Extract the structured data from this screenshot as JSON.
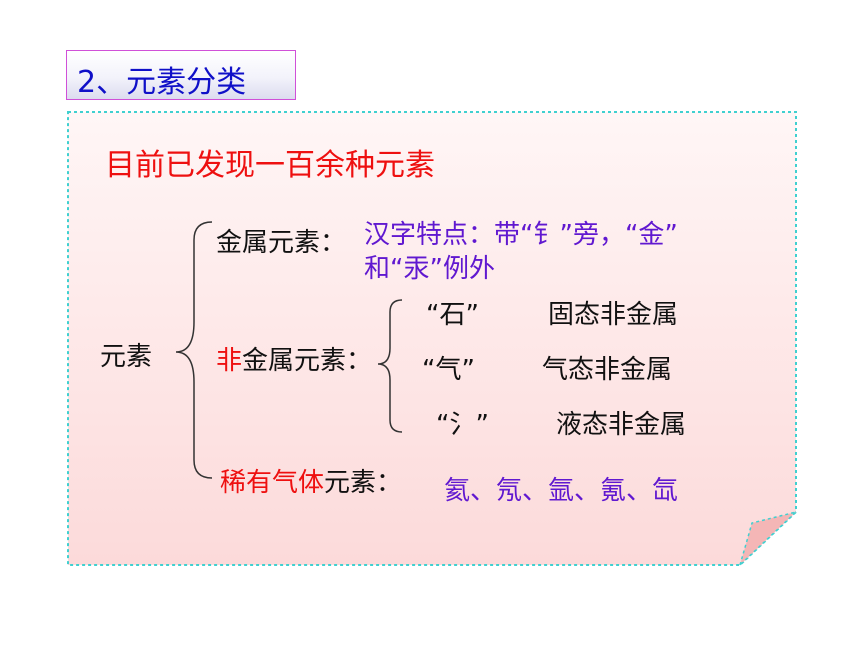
{
  "section_title": "2、元素分类",
  "headline": "目前已发现一百余种元素",
  "root": "元素",
  "metal": {
    "label": "金属元素：",
    "note_line1": "汉字特点：带“钅”旁，“金”",
    "note_line2": "和“汞”例外"
  },
  "nonmetal": {
    "prefix": "非",
    "label_rest": "金属元素：",
    "items": [
      {
        "radical": "“石”",
        "desc": "固态非金属"
      },
      {
        "radical": "“气”",
        "desc": "气态非金属"
      },
      {
        "radical": "“氵”",
        "desc": "液态非金属"
      }
    ]
  },
  "noble": {
    "prefix": "稀有气体",
    "label_rest": "元素：",
    "examples": "氦、氖、氩、氪、氙"
  },
  "colors": {
    "title": "#1010c8",
    "red": "#ee1010",
    "purple": "#6018d0",
    "note_border": "#40d0d0",
    "title_border": "#d050d8"
  }
}
